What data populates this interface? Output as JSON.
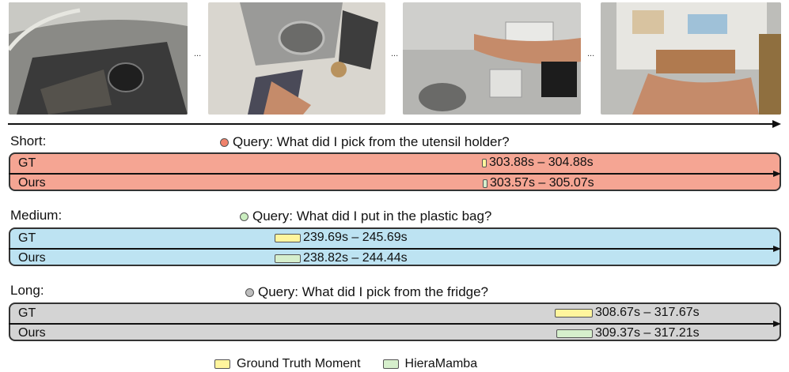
{
  "frames": [
    {
      "name": "frame-1",
      "desc": "dish rack over sink"
    },
    {
      "name": "frame-2",
      "desc": "sink and counter"
    },
    {
      "name": "frame-3",
      "desc": "reaching to shelf"
    },
    {
      "name": "frame-4",
      "desc": "open fridge"
    }
  ],
  "ellipsis": "...",
  "colors": {
    "short_band": "#f5a593",
    "medium_band": "#bde3f2",
    "long_band": "#d4d4d4",
    "gt_chip": "#fff59d",
    "ours_chip": "#d6efcc",
    "short_dot": "#f0826b",
    "medium_dot": "#cbeec0",
    "long_dot": "#bdbdbd"
  },
  "sections": {
    "short": {
      "label": "Short:",
      "query": "Query: What did I pick from the utensil holder?",
      "gt_label": "GT",
      "ours_label": "Ours",
      "gt_range": "303.88s – 304.88s",
      "ours_range": "303.57s – 305.07s"
    },
    "medium": {
      "label": "Medium:",
      "query": "Query: What did I put in the plastic bag?",
      "gt_label": "GT",
      "ours_label": "Ours",
      "gt_range": "239.69s – 245.69s",
      "ours_range": "238.82s – 244.44s"
    },
    "long": {
      "label": "Long:",
      "query": "Query: What did I pick from the fridge?",
      "gt_label": "GT",
      "ours_label": "Ours",
      "gt_range": "308.67s – 317.67s",
      "ours_range": "309.37s – 317.21s"
    }
  },
  "legend": {
    "gt": "Ground Truth Moment",
    "ours": "HieraMamba"
  }
}
